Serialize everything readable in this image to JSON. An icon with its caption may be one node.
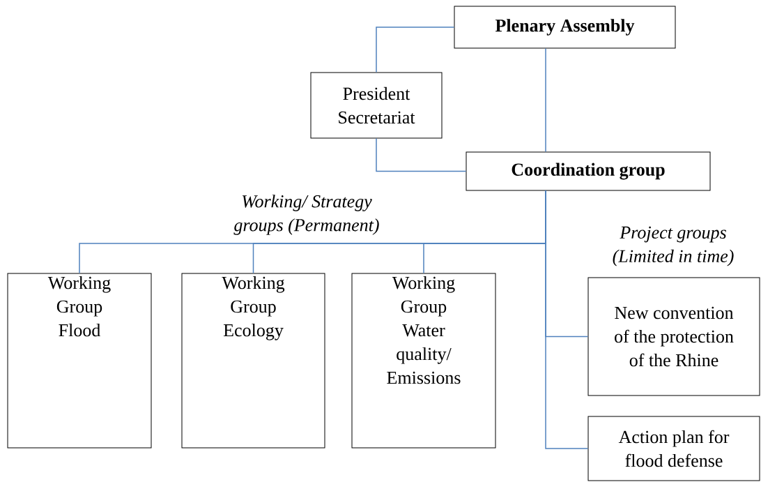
{
  "diagram": {
    "nodes": [
      {
        "text": [
          "Plenary Assembly"
        ]
      },
      {
        "text": [
          "President Secretariat"
        ]
      },
      {
        "text": [
          "Coordination group"
        ]
      },
      {
        "text": [
          "Working Group Flood"
        ]
      },
      {
        "text": [
          "Working Group Ecology"
        ]
      },
      {
        "text": [
          "Working Group Water quality/ Emissions"
        ]
      },
      {
        "text": [
          "New convention of the protection of the Rhine"
        ]
      },
      {
        "text": [
          "Action plan for flood defense"
        ]
      }
    ],
    "edges": [
      {
        "from": 0,
        "to": 1,
        "arrow": "none"
      },
      {
        "from": 0,
        "to": 2,
        "arrow": "none"
      },
      {
        "from": 1,
        "to": 2,
        "arrow": "none"
      },
      {
        "from": 2,
        "to": 3,
        "arrow": "none"
      },
      {
        "from": 2,
        "to": 4,
        "arrow": "none"
      },
      {
        "from": 2,
        "to": 5,
        "arrow": "none"
      },
      {
        "from": 2,
        "to": 6,
        "arrow": "none"
      },
      {
        "from": 2,
        "to": 7,
        "arrow": "none"
      }
    ],
    "labels": [
      "Working/ Strategy groups (Permanent)",
      "Project groups (Limited in time)"
    ]
  }
}
